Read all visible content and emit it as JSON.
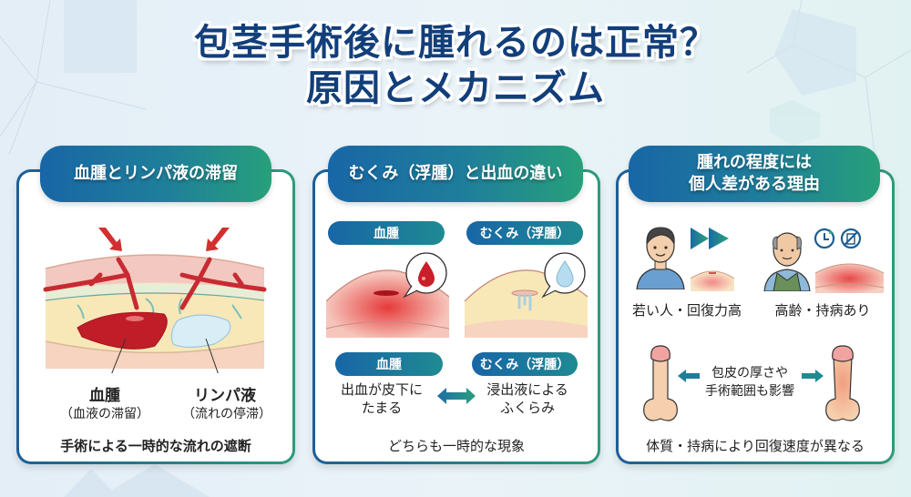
{
  "title": {
    "line1": "包茎手術後に腫れるのは正常？",
    "line2": "原因とメカニズム"
  },
  "colors": {
    "title": "#123f7a",
    "header_gradient_start": "#1866a6",
    "header_gradient_end": "#27a07a",
    "blood": "#c81f2a",
    "lymph": "#d6ecf5",
    "skin_outer": "#f6d3c2",
    "fat_layer": "#f8eab8"
  },
  "cards": [
    {
      "header": "血腫とリンパ液の滞留",
      "labels": [
        {
          "main": "血腫",
          "sub": "（血液の滞留）"
        },
        {
          "main": "リンパ液",
          "sub": "（流れの停滞）"
        }
      ],
      "footer": "手術による一時的な流れの遮断"
    },
    {
      "header": "むくみ（浮腫）と出血の違い",
      "top_pills": [
        "血腫",
        "むくみ（浮腫）"
      ],
      "bottom_pills": [
        "血腫",
        "むくみ（浮腫）"
      ],
      "descriptions": [
        {
          "line1": "出血が皮下に",
          "line2": "たまる"
        },
        {
          "line1": "浸出液による",
          "line2": "ふくらみ"
        }
      ],
      "footer": "どちらも一時的な現象"
    },
    {
      "header_line1": "腫れの程度には",
      "header_line2": "個人差がある理由",
      "people": [
        {
          "label": "若い人・回復力高"
        },
        {
          "label": "高齢・持病あり"
        }
      ],
      "center_note": {
        "line1": "包皮の厚さや",
        "line2": "手術範囲も影響"
      },
      "footer": "体質・持病により回復速度が異なる"
    }
  ],
  "icons": [
    "blood-drop-icon",
    "water-drop-icon",
    "fast-forward-icon",
    "clock-icon",
    "no-medicine-icon",
    "double-arrow-icon"
  ]
}
